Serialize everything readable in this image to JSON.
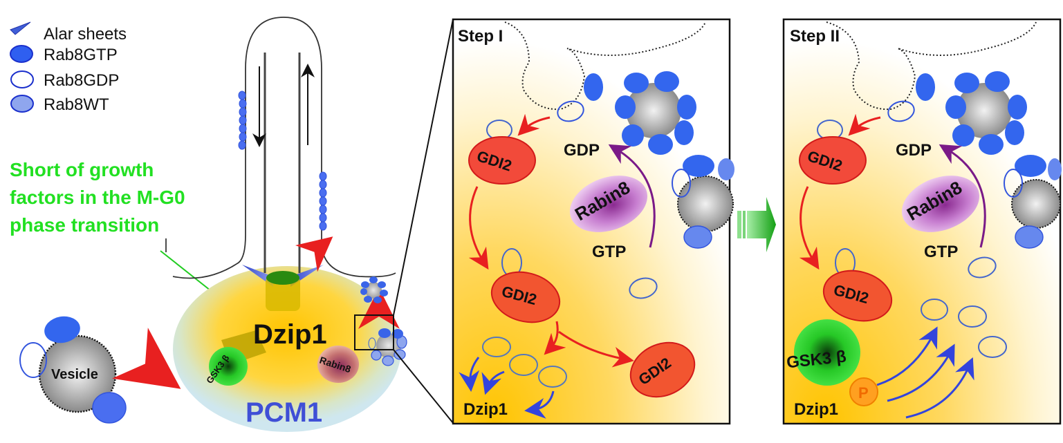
{
  "legend": {
    "items": [
      {
        "label": "Alar sheets",
        "symbol": "alar-sheet"
      },
      {
        "label": "Rab8GTP",
        "symbol": "filled-blue-ellipse"
      },
      {
        "label": "Rab8GDP",
        "symbol": "open-blue-ellipse"
      },
      {
        "label": "Rab8WT",
        "symbol": "light-blue-ellipse"
      }
    ]
  },
  "annotation": {
    "lines": [
      "Short of growth",
      "factors in the M-G0",
      "phase transition"
    ],
    "color": "#22e022"
  },
  "overview": {
    "vesicle_label": "Vesicle",
    "dzip1_label": "Dzip1",
    "gsk3b_label": "GSK3 β",
    "rabin8_label": "Rabin8",
    "pcm1_label": "PCM1"
  },
  "step1": {
    "title": "Step I",
    "gdp_label": "GDP",
    "gtp_label": "GTP",
    "rabin8_label": "Rabin8",
    "gdi2_labels": [
      "GDI2",
      "GDI2",
      "GDI2"
    ],
    "dzip1_label": "Dzip1"
  },
  "step2": {
    "title": "Step II",
    "gdp_label": "GDP",
    "gtp_label": "GTP",
    "rabin8_label": "Rabin8",
    "gdi2_labels": [
      "GDI2",
      "GDI2"
    ],
    "gsk3b_label": "GSK3 β",
    "phospho_label": "P",
    "dzip1_label": "Dzip1"
  },
  "colors": {
    "rab_blue": "#3366ee",
    "rab_light": "#7799ee",
    "gdi2_red": "#f04a2a",
    "rabin8_purple": "#9a4aa0",
    "gsk_green": "#33dd33",
    "pcm1_blue": "#3f4fd6",
    "yellow": "#ffc800"
  }
}
